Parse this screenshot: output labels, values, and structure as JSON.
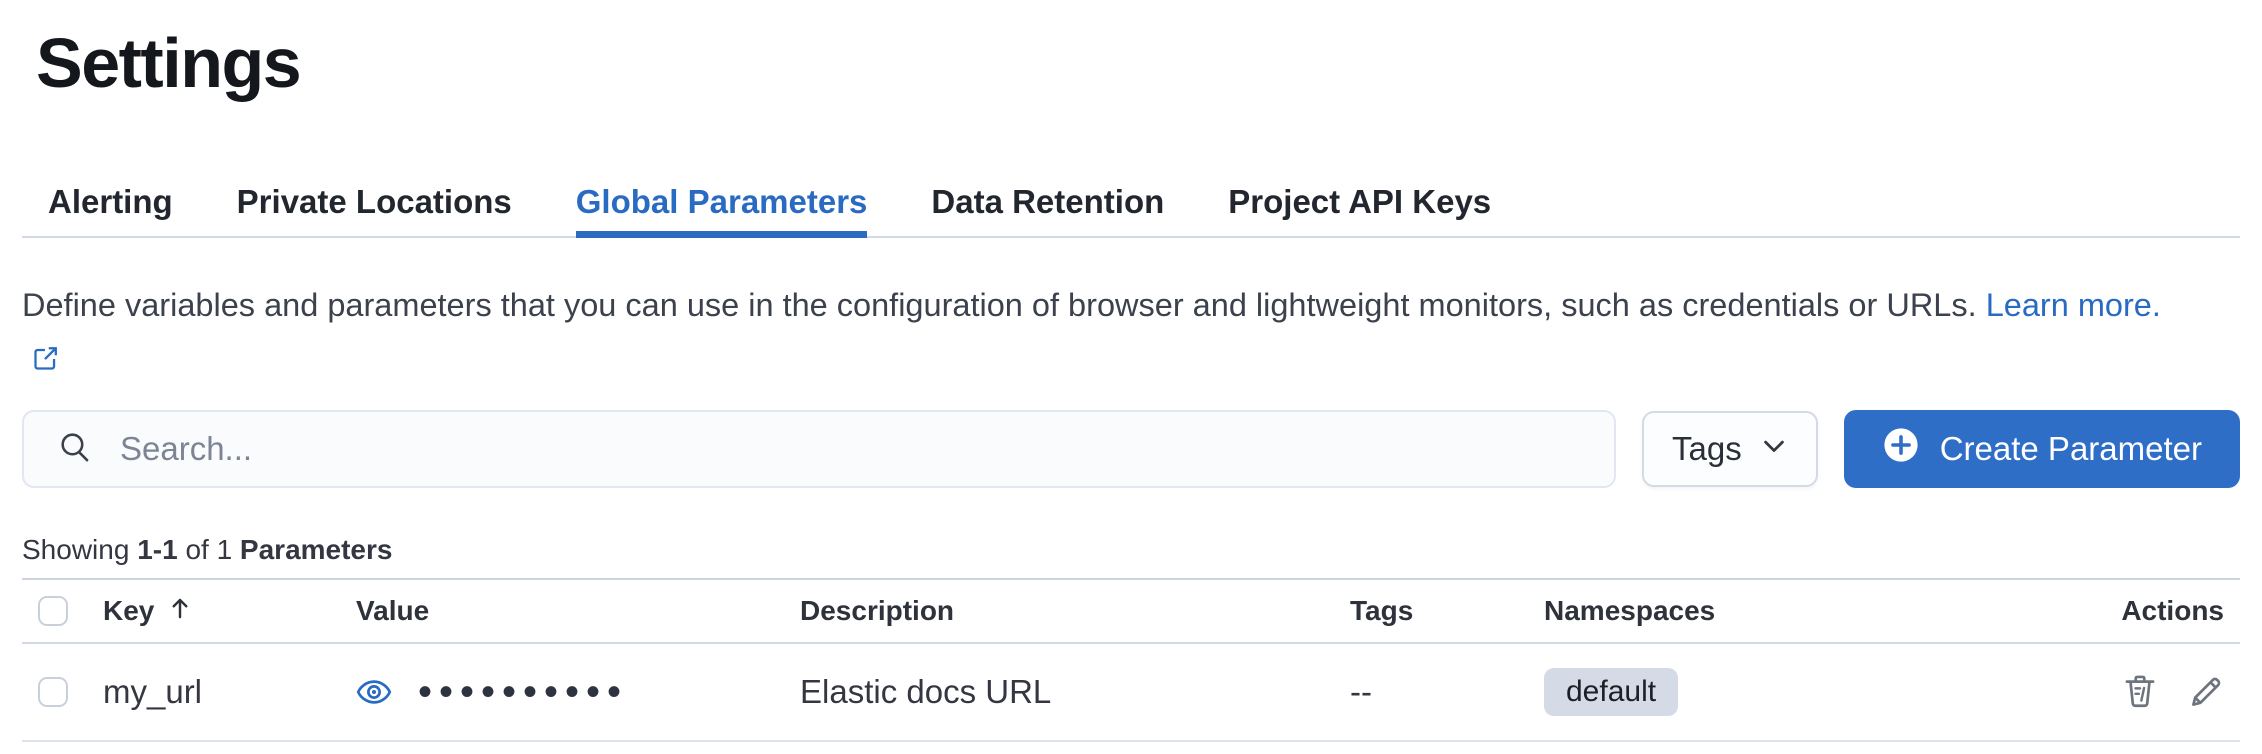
{
  "page": {
    "title": "Settings"
  },
  "tabs": [
    {
      "label": "Alerting",
      "active": false
    },
    {
      "label": "Private Locations",
      "active": false
    },
    {
      "label": "Global Parameters",
      "active": true
    },
    {
      "label": "Data Retention",
      "active": false
    },
    {
      "label": "Project API Keys",
      "active": false
    }
  ],
  "description": {
    "text": "Define variables and parameters that you can use in the configuration of browser and lightweight monitors, such as credentials or URLs.",
    "link_label": "Learn more.",
    "link_icon": "external-link-icon"
  },
  "toolbar": {
    "search_placeholder": "Search...",
    "search_value": "",
    "tags_button_label": "Tags",
    "create_button_label": "Create Parameter"
  },
  "summary": {
    "prefix": "Showing",
    "range": "1-1",
    "middle": "of 1",
    "entity": "Parameters"
  },
  "table": {
    "headers": {
      "key": "Key",
      "value": "Value",
      "description": "Description",
      "tags": "Tags",
      "namespaces": "Namespaces",
      "actions": "Actions"
    },
    "sort": {
      "column": "Key",
      "direction": "ascending"
    },
    "rows": [
      {
        "key": "my_url",
        "value_masked": "••••••••••",
        "value_hidden": true,
        "description": "Elastic docs URL",
        "tags": "--",
        "namespace": "default"
      }
    ]
  },
  "colors": {
    "accent": "#2a6bc2",
    "button_fill": "#2f6ec7",
    "badge_bg": "#d4dae6",
    "divider": "#d3dae6"
  }
}
